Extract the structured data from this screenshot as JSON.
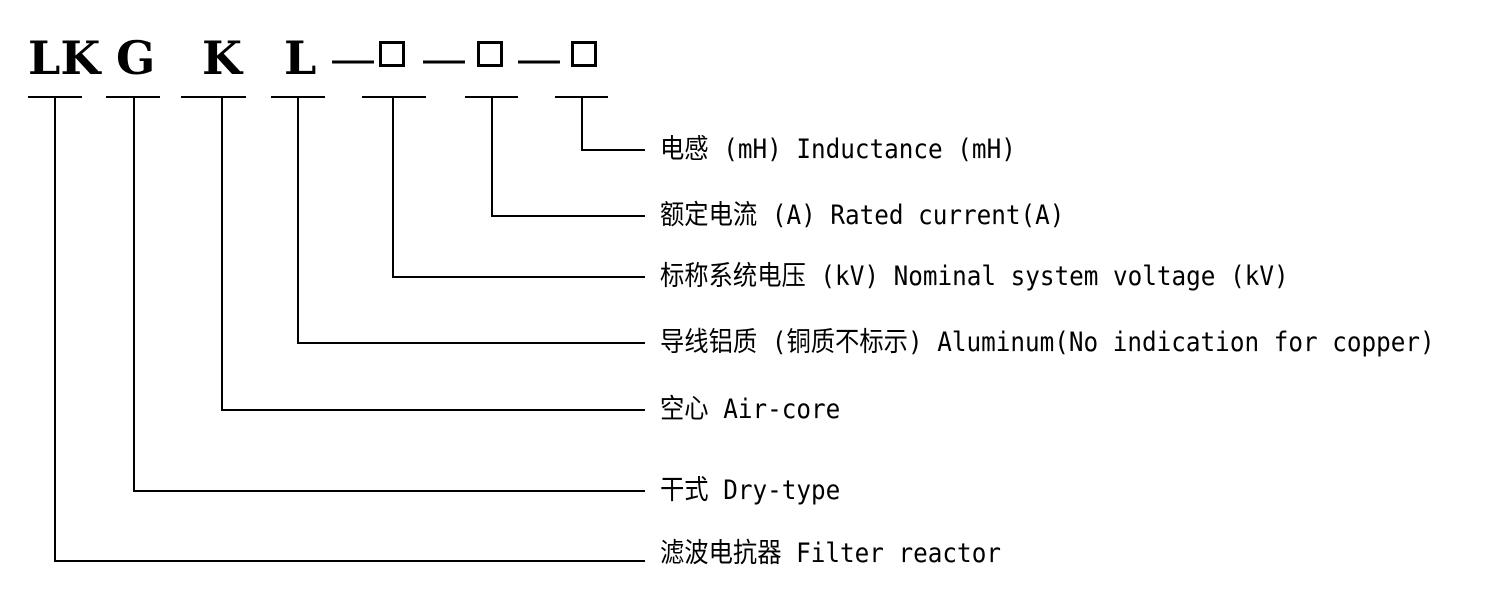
{
  "model_code": {
    "segments": [
      "LK",
      "G",
      "K",
      "L"
    ],
    "dash": "—",
    "placeholder_count": 3
  },
  "legend": [
    {
      "id": "inductance",
      "text": "电感 (mH)  Inductance (mH)"
    },
    {
      "id": "rated-current",
      "text": "额定电流 (A)  Rated current(A)"
    },
    {
      "id": "nominal-voltage",
      "text": "标称系统电压 (kV)  Nominal system voltage (kV)"
    },
    {
      "id": "aluminum",
      "text": "导线铝质 (铜质不标示)  Aluminum(No indication for copper)"
    },
    {
      "id": "air-core",
      "text": "空心 Air-core"
    },
    {
      "id": "dry-type",
      "text": "干式 Dry-type"
    },
    {
      "id": "filter-reactor",
      "text": "滤波电抗器 Filter reactor"
    }
  ]
}
